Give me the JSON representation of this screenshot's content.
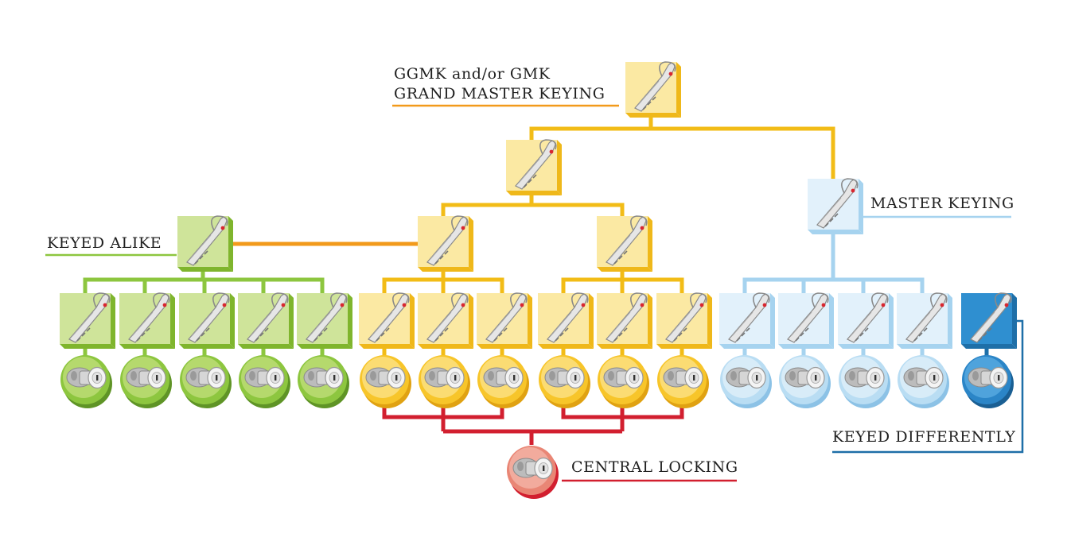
{
  "labels": {
    "ggmk_line1": "GGMK and/or GMK",
    "ggmk_line2": "GRAND MASTER KEYING",
    "master_keying": "MASTER KEYING",
    "keyed_alike": "KEYED ALIKE",
    "central_locking": "CENTRAL LOCKING",
    "keyed_differently": "KEYED DIFFERENTLY"
  },
  "colors": {
    "green_line": "#8dc63f",
    "yellow_line": "#f2bc17",
    "orange_line": "#f29a1b",
    "blue_line": "#a6d3ef",
    "dark_blue_line": "#1e6fa8",
    "red_line": "#d21f2f"
  },
  "icons": {
    "key_tile": "key-icon",
    "cylinder_disc": "lock-cylinder-icon"
  }
}
